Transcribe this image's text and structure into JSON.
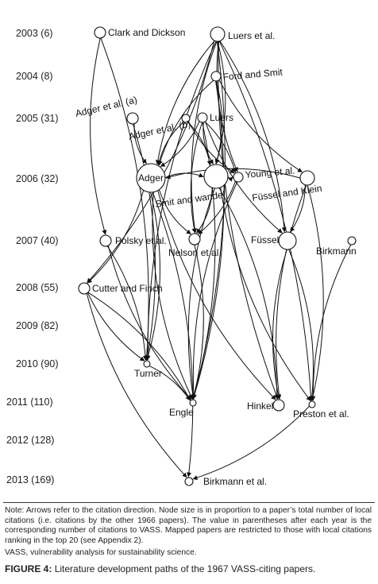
{
  "diagram": {
    "years": [
      {
        "id": "y2003",
        "label": "2003 (6)"
      },
      {
        "id": "y2004",
        "label": "2004 (8)"
      },
      {
        "id": "y2005",
        "label": "2005 (31)"
      },
      {
        "id": "y2006",
        "label": "2006 (32)"
      },
      {
        "id": "y2007",
        "label": "2007 (40)"
      },
      {
        "id": "y2008",
        "label": "2008 (55)"
      },
      {
        "id": "y2009",
        "label": "2009 (82)"
      },
      {
        "id": "y2010",
        "label": "2010 (90)"
      },
      {
        "id": "y2011",
        "label": "2011 (110)"
      },
      {
        "id": "y2012",
        "label": "2012 (128)"
      },
      {
        "id": "y2013",
        "label": "2013 (169)"
      }
    ],
    "nodes": [
      {
        "id": "clark",
        "label": "Clark and Dickson",
        "year": "2003"
      },
      {
        "id": "luers_a",
        "label": "Luers et al.",
        "year": "2003"
      },
      {
        "id": "ford",
        "label": "Ford and Smit",
        "year": "2004"
      },
      {
        "id": "adger_a",
        "label": "Adger et al. (a)",
        "year": "2005"
      },
      {
        "id": "adger_b",
        "label": "Adger et al. (b)",
        "year": "2005"
      },
      {
        "id": "luers",
        "label": "Luers",
        "year": "2005"
      },
      {
        "id": "adger",
        "label": "Adger",
        "year": "2006"
      },
      {
        "id": "smit",
        "label": "Smit and wandel",
        "year": "2006"
      },
      {
        "id": "young",
        "label": "Young et al.",
        "year": "2006"
      },
      {
        "id": "fussel_klein",
        "label": "Füssel and Klein",
        "year": "2006"
      },
      {
        "id": "polsky",
        "label": "Polsky et al.",
        "year": "2007"
      },
      {
        "id": "nelson",
        "label": "Nelson et al.",
        "year": "2007"
      },
      {
        "id": "fussel",
        "label": "Füssel",
        "year": "2007"
      },
      {
        "id": "birkmann",
        "label": "Birkmann",
        "year": "2007"
      },
      {
        "id": "cutter",
        "label": "Cutter and Finch",
        "year": "2008"
      },
      {
        "id": "turner",
        "label": "Turner",
        "year": "2010"
      },
      {
        "id": "engle",
        "label": "Engle",
        "year": "2011"
      },
      {
        "id": "hinkel",
        "label": "Hinkel",
        "year": "2011"
      },
      {
        "id": "preston",
        "label": "Preston et al.",
        "year": "2011"
      },
      {
        "id": "birkmann_et_al",
        "label": "Birkmann et al.",
        "year": "2013"
      }
    ],
    "edges": [
      [
        "clark",
        "polsky"
      ],
      [
        "clark",
        "turner"
      ],
      [
        "luers_a",
        "adger"
      ],
      [
        "luers_a",
        "smit"
      ],
      [
        "luers_a",
        "young"
      ],
      [
        "luers_a",
        "fussel"
      ],
      [
        "luers_a",
        "turner"
      ],
      [
        "luers_a",
        "engle"
      ],
      [
        "luers_a",
        "hinkel"
      ],
      [
        "luers_a",
        "preston"
      ],
      [
        "luers_a",
        "nelson"
      ],
      [
        "luers_a",
        "cutter"
      ],
      [
        "ford",
        "adger"
      ],
      [
        "ford",
        "smit"
      ],
      [
        "ford",
        "fussel_klein"
      ],
      [
        "ford",
        "engle"
      ],
      [
        "adger_a",
        "adger"
      ],
      [
        "adger_a",
        "turner"
      ],
      [
        "adger_b",
        "adger"
      ],
      [
        "adger_b",
        "smit"
      ],
      [
        "adger_b",
        "young"
      ],
      [
        "luers",
        "adger"
      ],
      [
        "luers",
        "smit"
      ],
      [
        "luers",
        "young"
      ],
      [
        "luers",
        "nelson"
      ],
      [
        "luers",
        "engle"
      ],
      [
        "luers",
        "fussel"
      ],
      [
        "adger",
        "smit"
      ],
      [
        "adger",
        "nelson"
      ],
      [
        "adger",
        "turner"
      ],
      [
        "adger",
        "engle"
      ],
      [
        "adger",
        "cutter"
      ],
      [
        "adger",
        "hinkel"
      ],
      [
        "adger",
        "birkmann_et_al"
      ],
      [
        "smit",
        "young"
      ],
      [
        "smit",
        "nelson"
      ],
      [
        "smit",
        "engle"
      ],
      [
        "smit",
        "hinkel"
      ],
      [
        "smit",
        "preston"
      ],
      [
        "young",
        "nelson"
      ],
      [
        "young",
        "engle"
      ],
      [
        "fussel_klein",
        "fussel"
      ],
      [
        "fussel_klein",
        "hinkel"
      ],
      [
        "fussel_klein",
        "preston"
      ],
      [
        "fussel_klein",
        "adger"
      ],
      [
        "polsky",
        "turner"
      ],
      [
        "polsky",
        "engle"
      ],
      [
        "nelson",
        "engle"
      ],
      [
        "fussel",
        "hinkel"
      ],
      [
        "fussel",
        "preston"
      ],
      [
        "cutter",
        "turner"
      ],
      [
        "cutter",
        "engle"
      ],
      [
        "cutter",
        "birkmann_et_al"
      ],
      [
        "turner",
        "engle"
      ],
      [
        "birkmann",
        "preston"
      ],
      [
        "preston",
        "birkmann_et_al"
      ]
    ]
  },
  "notes": {
    "main": "Note: Arrows refer to the citation direction. Node size is in proportion to a paper’s total number of local citations (i.e. citations by the other 1966 papers). The value in parentheses after each year is the corresponding number of citations to VASS. Mapped papers are restricted to those with local citations ranking in the top 20 (see Appendix 2).",
    "abbrev": "VASS, vulnerability analysis for sustainability science."
  },
  "caption": {
    "label": "FIGURE 4:",
    "text": "Literature development paths of the 1967 VASS-citing papers."
  }
}
